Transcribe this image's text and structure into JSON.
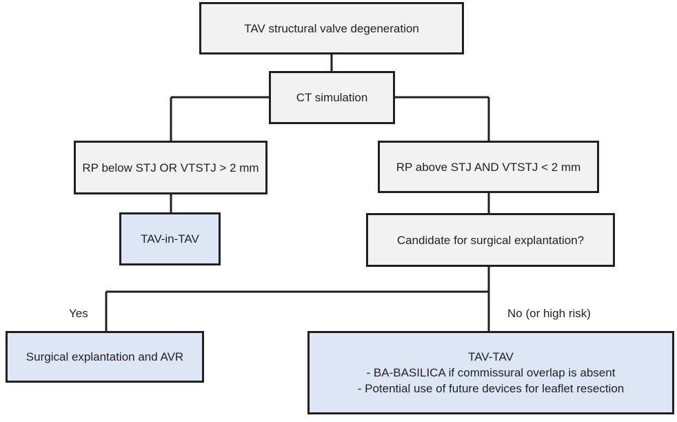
{
  "nodes": {
    "root": "TAV structural valve degeneration",
    "ct": "CT simulation",
    "left_condition": "RP below STJ OR VTSTJ > 2 mm",
    "right_condition": "RP above STJ AND VTSTJ < 2 mm",
    "tav_in_tav": "TAV-in-TAV",
    "candidate": "Candidate for surgical explantation?",
    "surgical": "Surgical explantation and AVR",
    "tav_tav": {
      "title": "TAV-TAV",
      "lines": [
        "- BA-BASILICA if commissural overlap is absent",
        "- Potential use of future devices for leaflet resection"
      ]
    }
  },
  "edge_labels": {
    "yes": "Yes",
    "no": "No (or high risk)"
  },
  "colors": {
    "line": "#231f20",
    "grey_fill": "#f2f2f2",
    "blue_fill": "#dde6f4"
  }
}
